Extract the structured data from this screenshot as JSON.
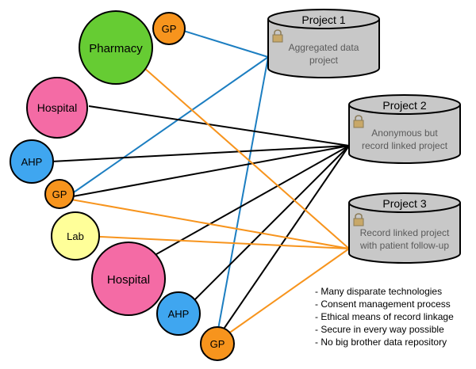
{
  "colors": {
    "pharmacy": "#66cc33",
    "hospital": "#f46ba5",
    "ahp": "#3fa6f0",
    "gp": "#f7941d",
    "lab": "#ffff99",
    "project_fill": "#c8c8c8",
    "line_black": "#000000",
    "line_blue": "#1c7ec1",
    "line_orange": "#f7941d"
  },
  "nodes": {
    "pharmacy": "Pharmacy",
    "gp_top": "GP",
    "hospital_top": "Hospital",
    "ahp_top": "AHP",
    "gp_mid": "GP",
    "lab": "Lab",
    "hospital_bottom": "Hospital",
    "ahp_bottom": "AHP",
    "gp_bottom": "GP"
  },
  "projects": [
    {
      "title": "Project 1",
      "desc1": "Aggregated data",
      "desc2": "project",
      "icon": "lock-icon"
    },
    {
      "title": "Project 2",
      "desc1": "Anonymous but",
      "desc2": "record linked project",
      "icon": "lock-icon"
    },
    {
      "title": "Project 3",
      "desc1": "Record linked project",
      "desc2": "with patient follow-up",
      "icon": "lock-icon"
    }
  ],
  "notes": [
    "- Many disparate technologies",
    "- Consent management process",
    "- Ethical means of record linkage",
    "- Secure in every way possible",
    "- No big brother data repository"
  ]
}
